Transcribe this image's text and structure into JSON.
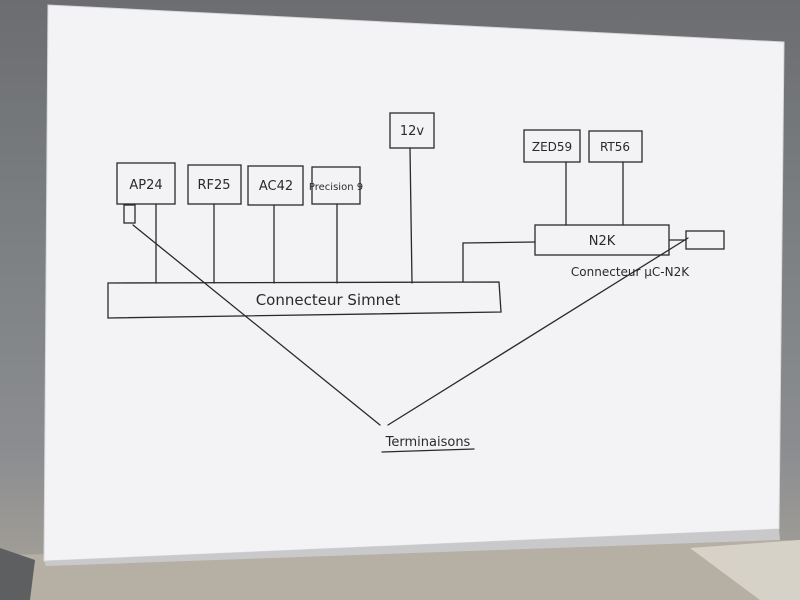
{
  "diagram": {
    "boxes": [
      {
        "id": "ap24",
        "label": "AP24"
      },
      {
        "id": "rf25",
        "label": "RF25"
      },
      {
        "id": "ac42",
        "label": "AC42"
      },
      {
        "id": "precision9",
        "label": "Precision 9"
      },
      {
        "id": "12v",
        "label": "12v"
      },
      {
        "id": "zed59",
        "label": "ZED59"
      },
      {
        "id": "rt56",
        "label": "RT56"
      }
    ],
    "bus_label": "Connecteur Simnet",
    "n2k_box_label": "N2K",
    "n2k_connector_label": "Connecteur µC-N2K",
    "terminations_label": "Terminaisons"
  },
  "colors": {
    "paper": "#f4f4f6",
    "ink": "#2a2a2e"
  }
}
